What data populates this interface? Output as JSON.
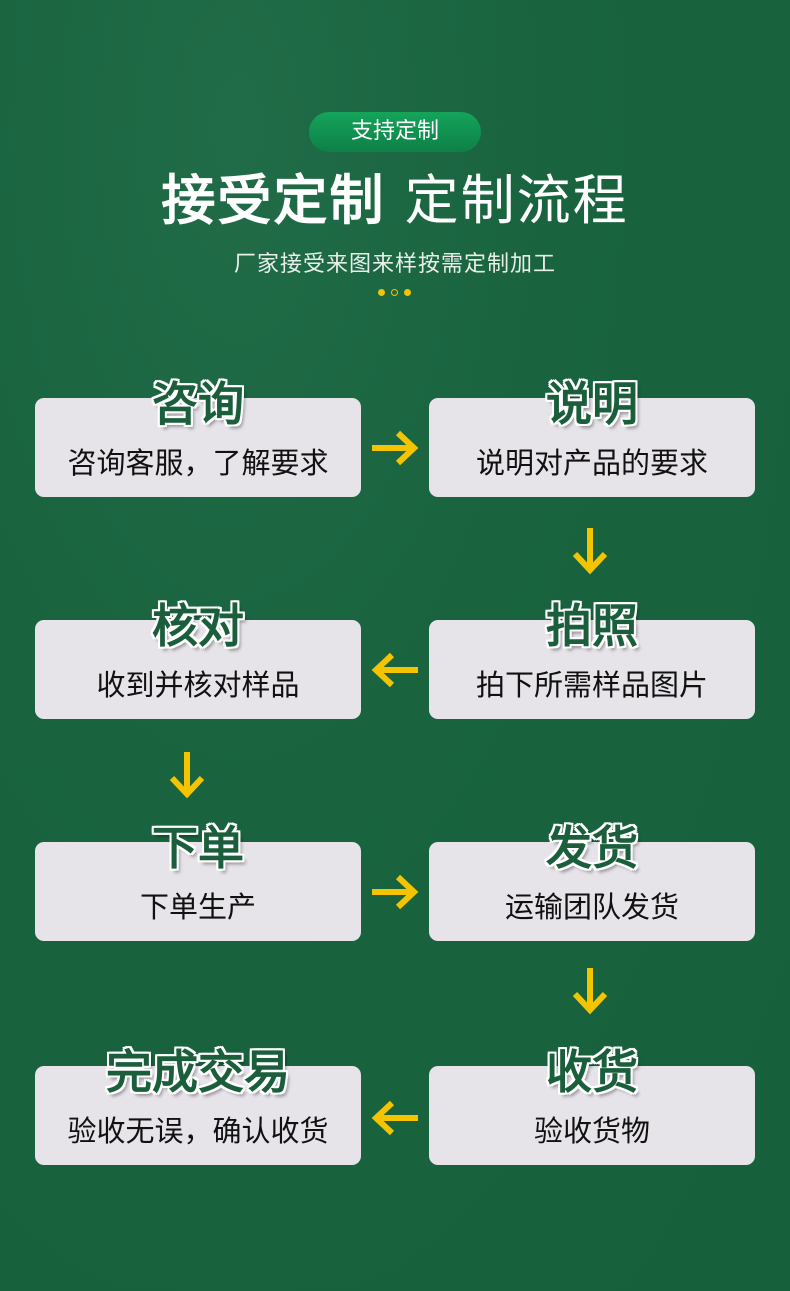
{
  "badge": "支持定制",
  "title_bold": "接受定制",
  "title_light": "定制流程",
  "subtitle": "厂家接受来图来样按需定制加工",
  "accent": "#f5c400",
  "steps": [
    {
      "title": "咨询",
      "desc": "咨询客服，了解要求"
    },
    {
      "title": "说明",
      "desc": "说明对产品的要求"
    },
    {
      "title": "拍照",
      "desc": "拍下所需样品图片"
    },
    {
      "title": "核对",
      "desc": "收到并核对样品"
    },
    {
      "title": "下单",
      "desc": "下单生产"
    },
    {
      "title": "发货",
      "desc": "运输团队发货"
    },
    {
      "title": "收货",
      "desc": "验收货物"
    },
    {
      "title": "完成交易",
      "desc": "验收无误，确认收货"
    }
  ]
}
